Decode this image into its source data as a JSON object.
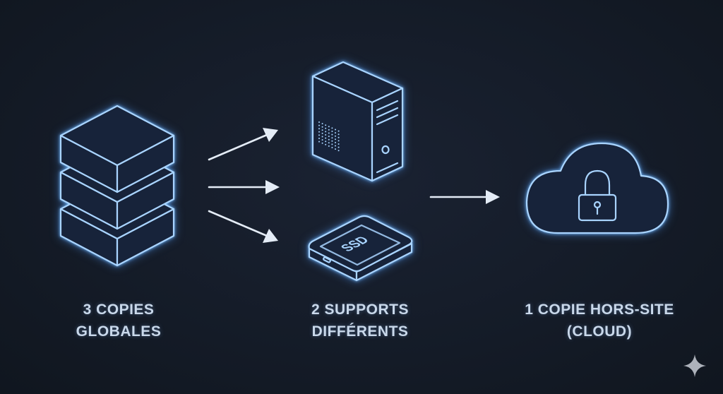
{
  "steps": [
    {
      "line1": "3 COPIES",
      "line2": "GLOBALES",
      "icon": "database-stack-icon"
    },
    {
      "line1": "2 SUPPORTS",
      "line2": "DIFFÉRENTS",
      "icon": "server-tower-icon"
    },
    {
      "line1": "1 COPIE HORS-SITE",
      "line2": "(CLOUD)",
      "icon": "cloud-lock-icon"
    }
  ],
  "ssd_label": "SSD",
  "colors": {
    "background": "#141b27",
    "icon_stroke": "#a9d4ff",
    "arrow": "#e4ecf6",
    "text": "#c9d8ea"
  }
}
